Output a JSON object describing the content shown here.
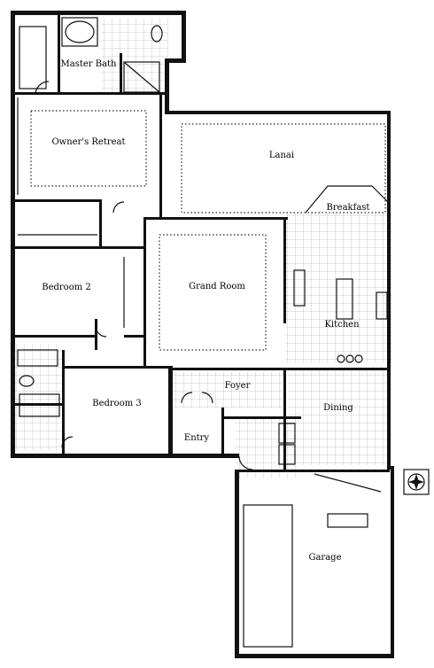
{
  "rooms": {
    "master_bath": {
      "name": "Master Bath"
    },
    "owners_retreat": {
      "name": "Owner's Retreat"
    },
    "lanai": {
      "name": "Lanai"
    },
    "breakfast": {
      "name": "Breakfast"
    },
    "grand_room": {
      "name": "Grand Room"
    },
    "bedroom2": {
      "name": "Bedroom 2"
    },
    "kitchen": {
      "name": "Kitchen"
    },
    "foyer": {
      "name": "Foyer"
    },
    "dining": {
      "name": "Dining"
    },
    "bedroom3": {
      "name": "Bedroom 3"
    },
    "entry": {
      "name": "Entry"
    },
    "garage": {
      "name": "Garage"
    }
  },
  "icons": {
    "compass": "compass-rose-icon"
  }
}
